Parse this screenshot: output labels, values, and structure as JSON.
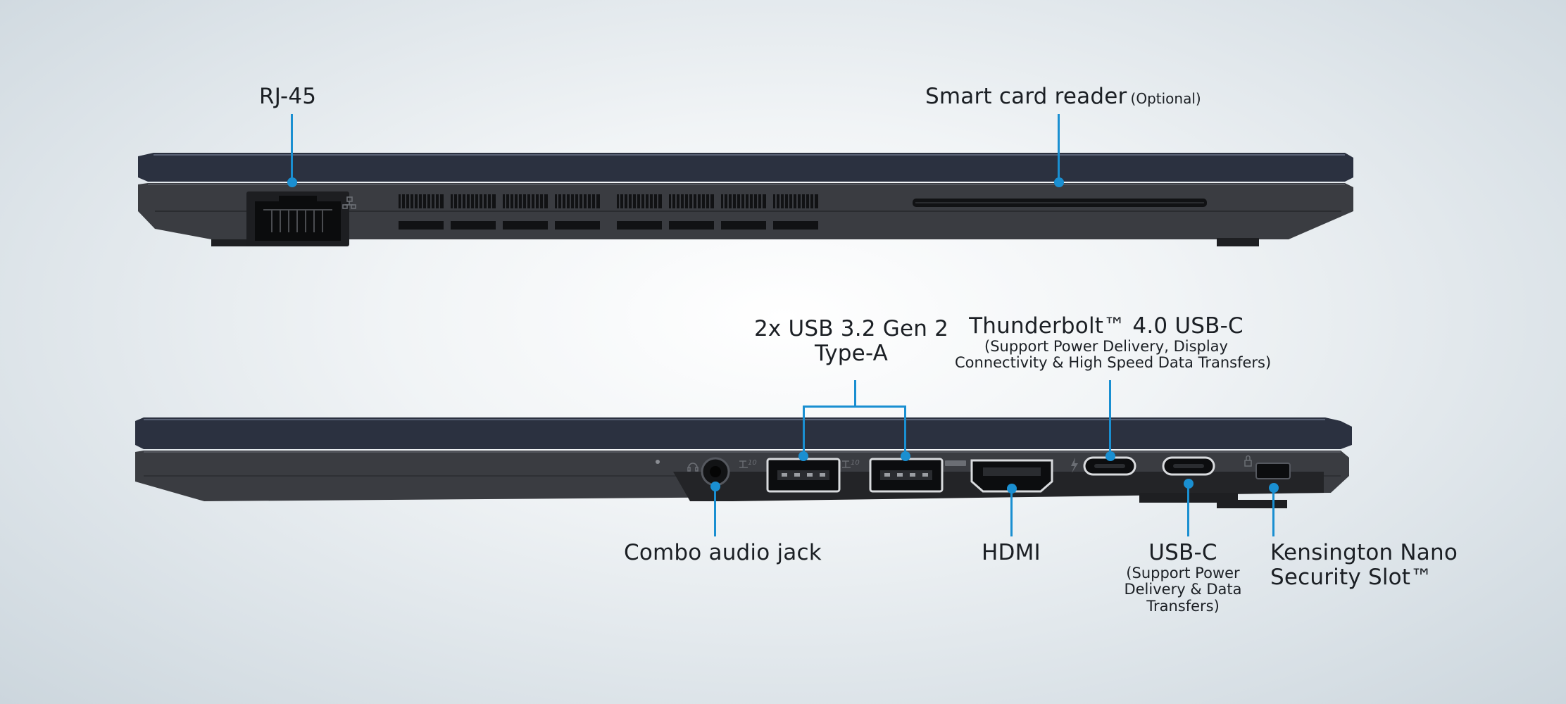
{
  "colors": {
    "accent": "#1a8fd1",
    "lid": "#2b3140",
    "body": "#3b3d42",
    "port": "#0e0f11",
    "background": "#dde4e9"
  },
  "left_side": {
    "labels": {
      "rj45": "RJ-45",
      "smart_card_main": "Smart card reader",
      "smart_card_note": "(Optional)"
    },
    "icons": [
      "network-icon"
    ]
  },
  "right_side": {
    "labels": {
      "usb_a_line1": "2x USB 3.2 Gen 2",
      "usb_a_line2": "Type-A",
      "tb_title": "Thunderbolt™ 4.0 USB-C",
      "tb_sub1": "(Support Power Delivery, Display",
      "tb_sub2": "Connectivity & High Speed Data Transfers)",
      "audio": "Combo audio jack",
      "hdmi": "HDMI",
      "usbc_title": "USB-C",
      "usbc_sub1": "(Support Power",
      "usbc_sub2": "Delivery & Data",
      "usbc_sub3": "Transfers)",
      "kensington_1": "Kensington Nano",
      "kensington_2": "Security Slot™"
    },
    "icons": [
      "headset-icon",
      "usb-10-icon",
      "usb-10-icon",
      "hdmi-icon",
      "thunderbolt-icon",
      "lock-icon"
    ]
  }
}
